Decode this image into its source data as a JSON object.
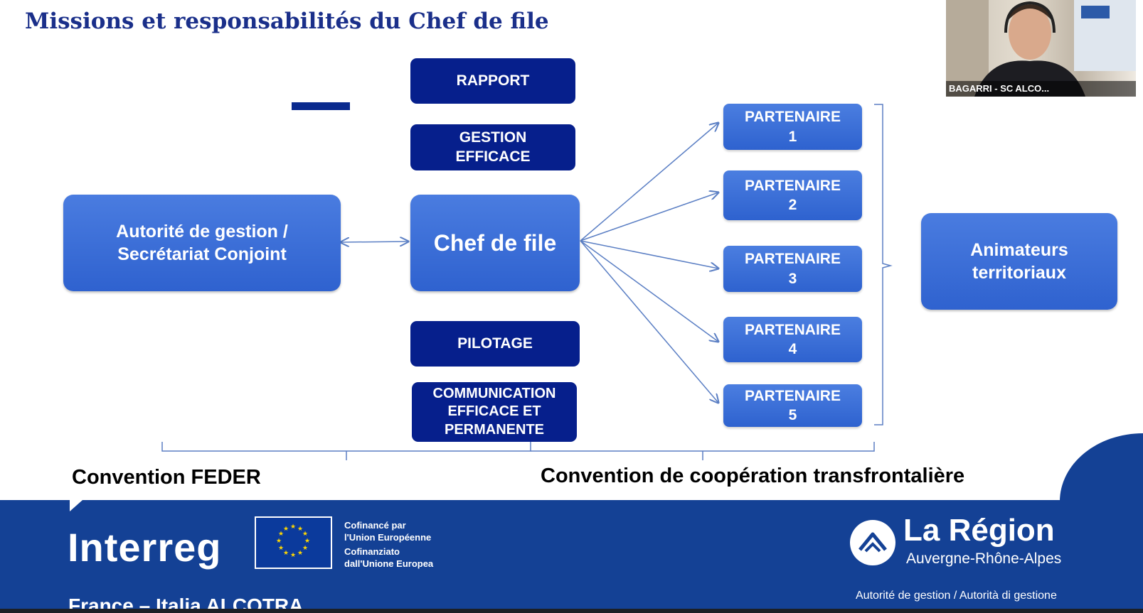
{
  "slide": {
    "title": "Missions et responsabilités du Chef de file"
  },
  "boxes": {
    "autorite": "Autorité de gestion / Secrétariat Conjoint",
    "chef": "Chef de file",
    "animateurs": "Animateurs territoriaux",
    "rapport": "RAPPORT",
    "gestion": "GESTION EFFICACE",
    "pilotage": "PILOTAGE",
    "communication": "COMMUNICATION EFFICACE ET PERMANENTE"
  },
  "partners": [
    {
      "label": "PARTENAIRE",
      "number": "1"
    },
    {
      "label": "PARTENAIRE",
      "number": "2"
    },
    {
      "label": "PARTENAIRE",
      "number": "3"
    },
    {
      "label": "PARTENAIRE",
      "number": "4"
    },
    {
      "label": "PARTENAIRE",
      "number": "5"
    }
  ],
  "conventions": {
    "feder": "Convention FEDER",
    "cooperation": "Convention de coopération transfrontalière"
  },
  "webcam": {
    "participant_label": "BAGARRI - SC ALCO..."
  },
  "footer": {
    "interreg": "Interreg",
    "eu_fr_1": "Cofinancé par",
    "eu_fr_2": "l'Union Européenne",
    "eu_it_1": "Cofinanziato",
    "eu_it_2": "dall'Unione Europea",
    "region_name": "La Région",
    "region_sub": "Auvergne-Rhône-Alpes",
    "autorite_gestion": "Autorité de gestion / Autorità di gestione",
    "alcotra": "France – Italia ALCOTRA"
  },
  "colors": {
    "title": "#1a2f8a",
    "dark_box": "#061f8c",
    "light_box": "#3a6dd8",
    "footer": "#144195",
    "connector": "#5b7fc4"
  },
  "icons": {
    "eu_flag": "eu-flag-icon",
    "region_logo": "region-logo-icon"
  }
}
